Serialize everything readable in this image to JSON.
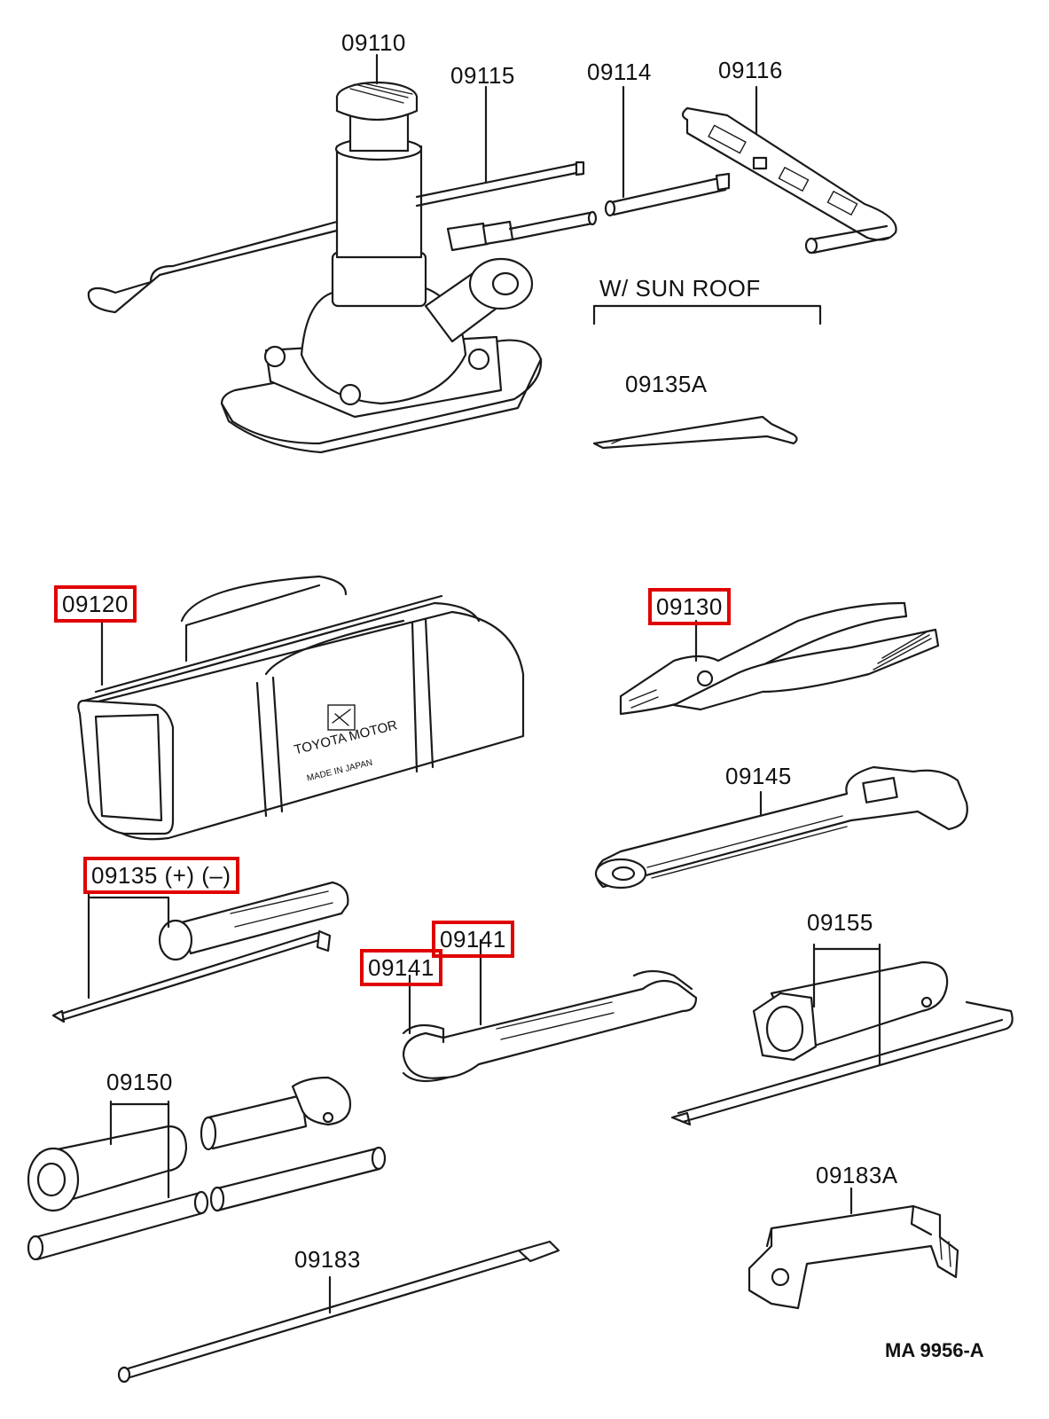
{
  "labels": {
    "p09110": "09110",
    "p09115": "09115",
    "p09114": "09114",
    "p09116": "09116",
    "sunroof": "W/ SUN  ROOF",
    "p09135A": "09135A",
    "p09120": "09120",
    "p09130": "09130",
    "p09145": "09145",
    "p09135": "09135 (+) (–)",
    "p09141a": "09141",
    "p09141b": "09141",
    "p09155": "09155",
    "p09150": "09150",
    "p09183": "09183",
    "p09183A": "09183A"
  },
  "bag_print": {
    "brand": "TOYOTA MOTOR",
    "origin": "MADE IN JAPAN"
  },
  "diagram_code": "MA  9956-A",
  "highlight_color": "#e00000"
}
